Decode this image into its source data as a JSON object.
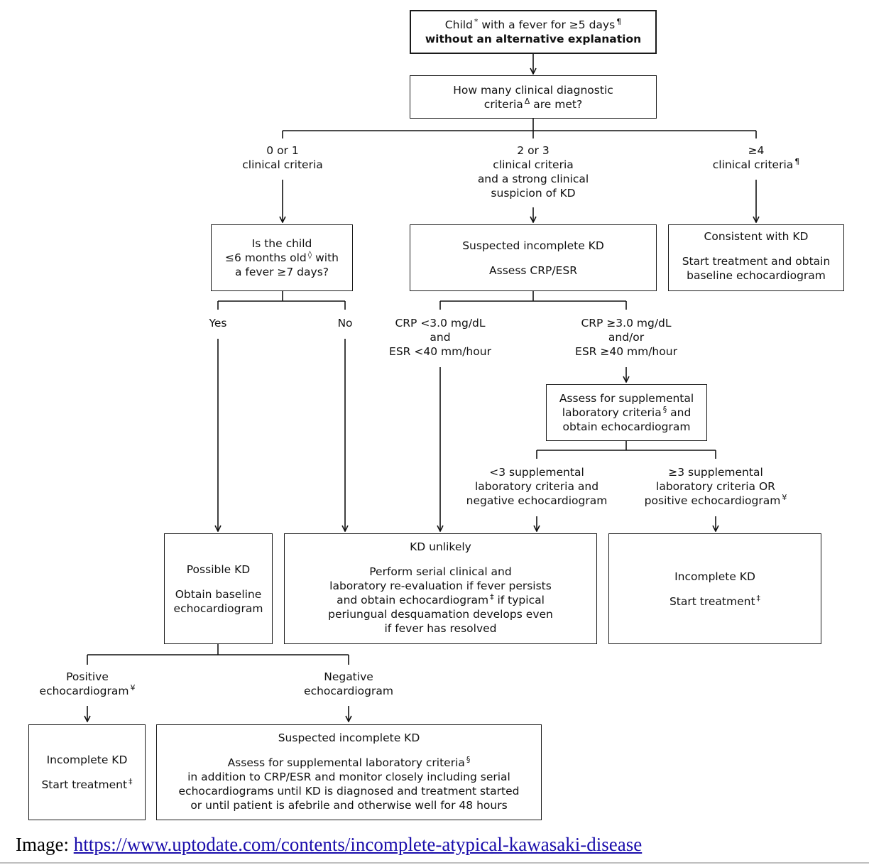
{
  "flowchart": {
    "start": {
      "line1": "Child",
      "line1_sup1": "*",
      "line1_b": " with a fever for ≥5 days",
      "line1_sup2": "¶",
      "line2": "without an alternative explanation"
    },
    "question": {
      "line1": "How many clinical diagnostic",
      "line2a": "criteria",
      "line2_sup": "Δ",
      "line2b": " are met?"
    },
    "branch_left": {
      "line1": "0 or 1",
      "line2": "clinical criteria"
    },
    "branch_mid": {
      "line1": "2 or 3",
      "line2": "clinical criteria",
      "line3": "and a strong clinical",
      "line4": "suspicion of KD"
    },
    "branch_right": {
      "line1": "≥4",
      "line2": "clinical criteria",
      "sup": "¶"
    },
    "age_question": {
      "line1": "Is the child",
      "line2a": "≤6 months old",
      "line2_sup": "◊",
      "line2b": " with",
      "line3": "a fever ≥7 days?"
    },
    "suspected_incomplete": {
      "title": "Suspected incomplete KD",
      "line": "Assess CRP/ESR"
    },
    "consistent_kd": {
      "title": "Consistent with KD",
      "line1": "Start treatment and obtain",
      "line2": "baseline echocardiogram"
    },
    "yes_label": "Yes",
    "no_label": "No",
    "crp_low": {
      "line1": "CRP <3.0 mg/dL",
      "line2": "and",
      "line3": "ESR <40 mm/hour"
    },
    "crp_high": {
      "line1": "CRP ≥3.0 mg/dL",
      "line2": "and/or",
      "line3": "ESR ≥40 mm/hour"
    },
    "supplemental": {
      "line1": "Assess for supplemental",
      "line2a": "laboratory criteria",
      "line2_sup": "§",
      "line2b": " and",
      "line3": "obtain echocardiogram"
    },
    "supp_low": {
      "line1": "<3 supplemental",
      "line2": "laboratory criteria and",
      "line3": "negative echocardiogram"
    },
    "supp_high": {
      "line1": "≥3 supplemental",
      "line2": "laboratory criteria OR",
      "line3": "positive echocardiogram",
      "sup": "¥"
    },
    "possible_kd": {
      "title": "Possible KD",
      "line1": "Obtain baseline",
      "line2": "echocardiogram"
    },
    "kd_unlikely": {
      "title": "KD unlikely",
      "line1": "Perform serial clinical and",
      "line2": "laboratory re-evaluation if fever persists",
      "line3a": "and obtain echocardiogram",
      "line3_sup": "‡",
      "line3b": " if typical",
      "line4": "periungual desquamation develops even",
      "line5": "if fever has resolved"
    },
    "incomplete_kd_right": {
      "title": "Incomplete KD",
      "line": "Start treatment",
      "sup": "‡"
    },
    "pos_echo": {
      "line1": "Positive",
      "line2": "echocardiogram",
      "sup": "¥"
    },
    "neg_echo": {
      "line1": "Negative",
      "line2": "echocardiogram"
    },
    "incomplete_kd_bottom": {
      "title": "Incomplete KD",
      "line": "Start treatment",
      "sup": "‡"
    },
    "suspected_bottom": {
      "title": "Suspected incomplete KD",
      "line1a": "Assess for supplemental laboratory criteria",
      "line1_sup": "§",
      "line2": "in addition to CRP/ESR and monitor closely including serial",
      "line3": "echocardiograms until KD is diagnosed and treatment started",
      "line4": "or until patient is afebrile and otherwise well for 48 hours"
    }
  },
  "caption": {
    "prefix": "Image: ",
    "link": "https://www.uptodate.com/contents/incomplete-atypical-kawasaki-disease"
  }
}
